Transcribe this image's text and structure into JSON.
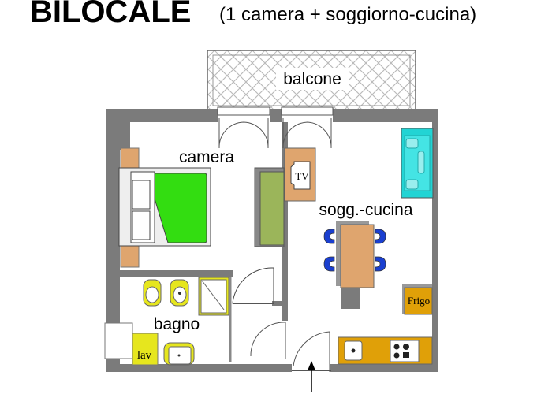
{
  "title": {
    "main": "BILOCALE",
    "subtitle": "(1 camera + soggiorno-cucina)"
  },
  "rooms": {
    "balcony": "balcone",
    "bedroom": "camera",
    "living_kitchen": "sogg.-cucina",
    "bathroom": "bagno"
  },
  "furniture": {
    "tv": "TV",
    "fridge": "Frigo",
    "washer": "lav"
  },
  "colors": {
    "wall": "#7b7b7b",
    "wood": "#dfa56e",
    "bed_cover": "#33dd11",
    "wardrobe": "#9bb55a",
    "sofa": "#22d4d4",
    "chairs": "#1a3fd0",
    "kitchen": "#e0a008",
    "sanitary": "#e6e61e"
  }
}
